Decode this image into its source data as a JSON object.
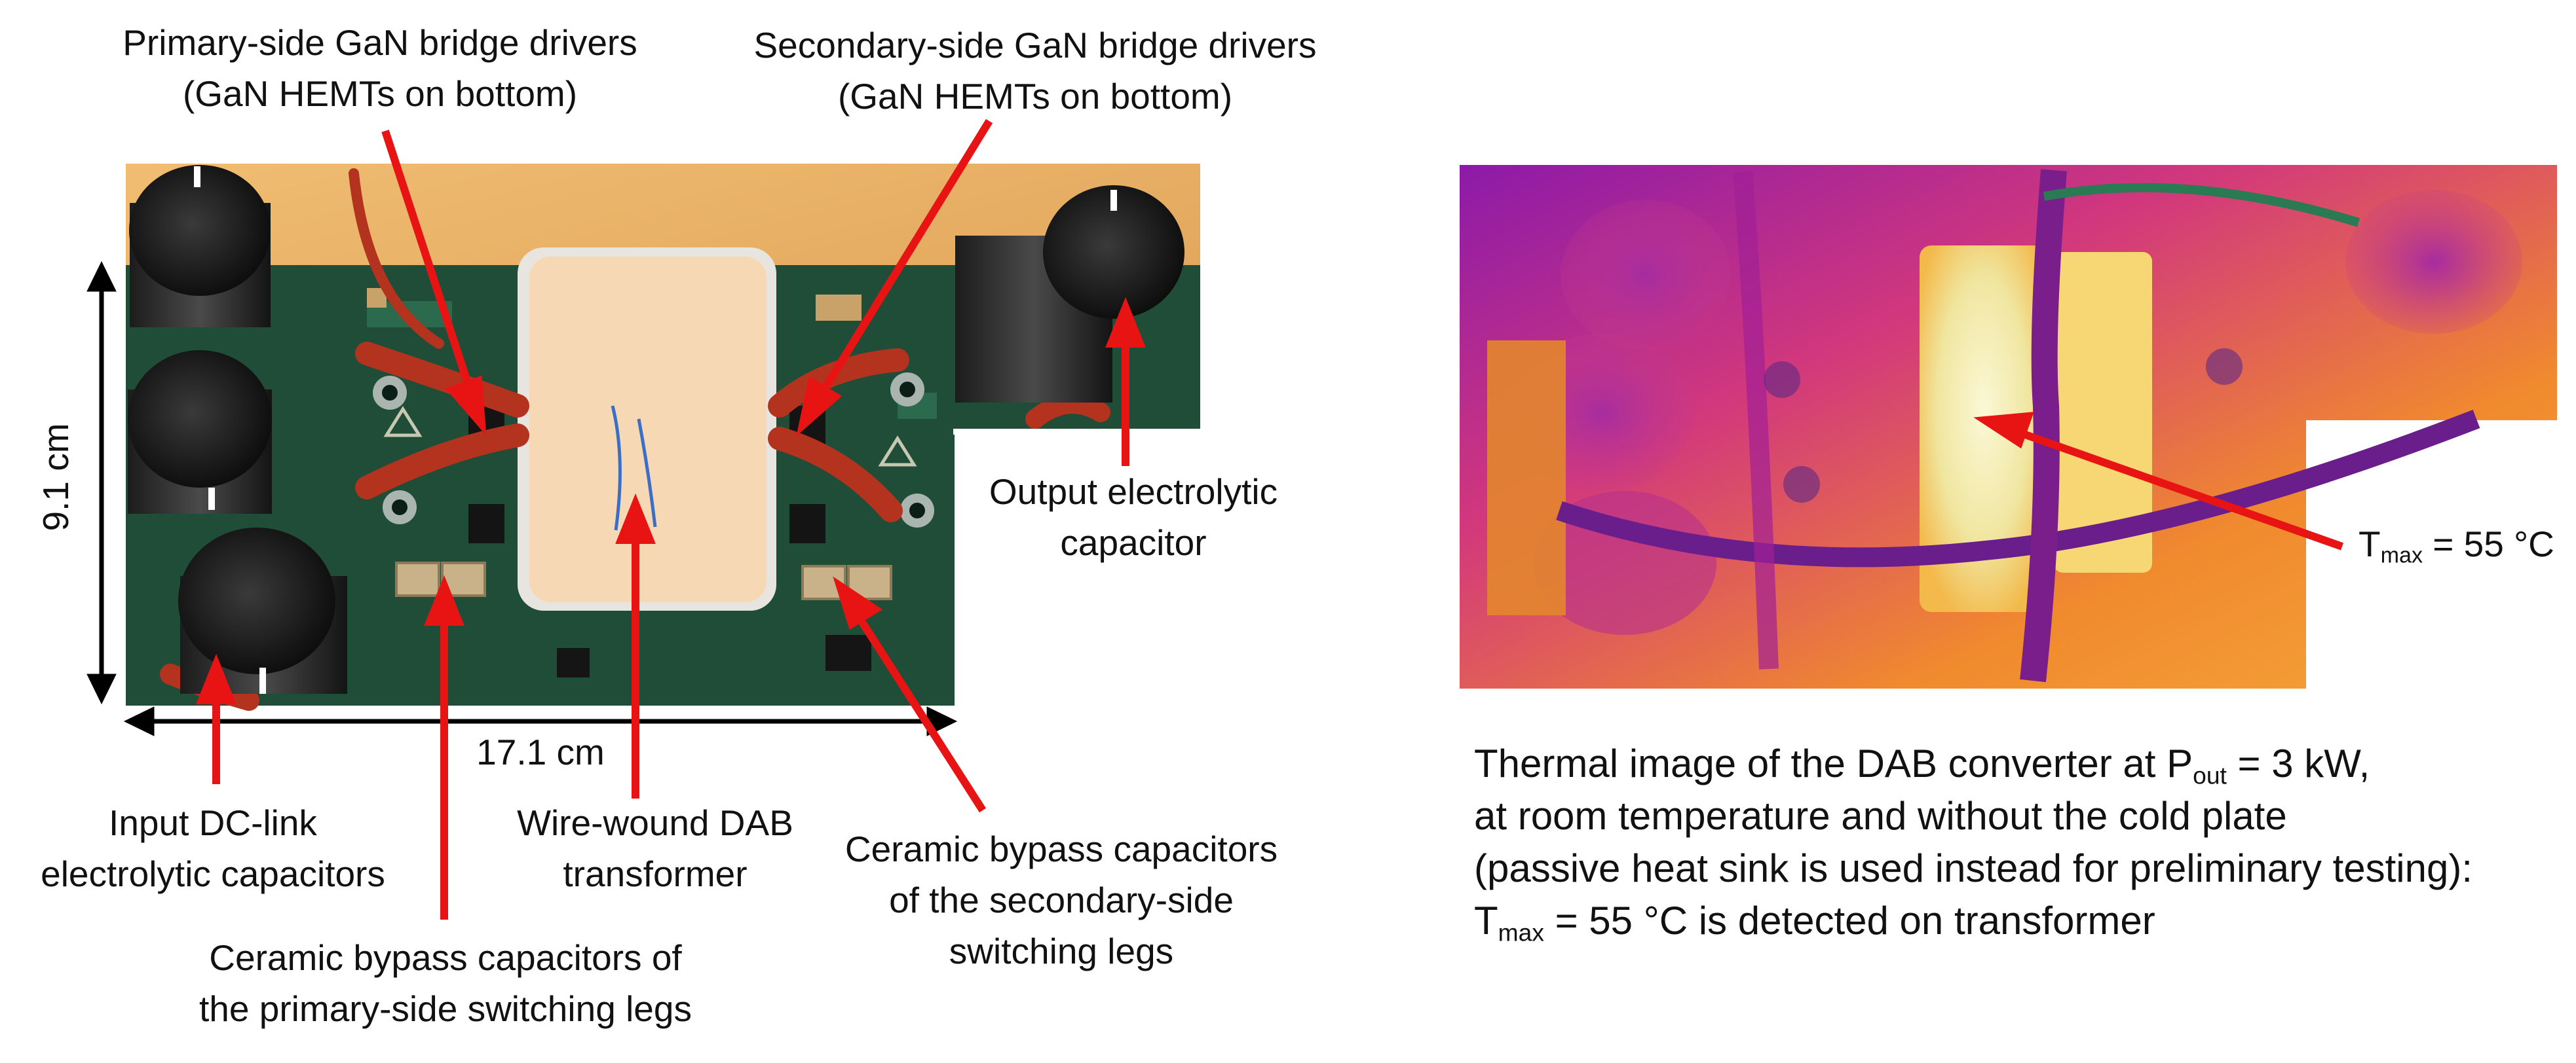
{
  "labels": {
    "primary_driver": [
      "Primary-side GaN bridge drivers",
      "(GaN HEMTs on bottom)"
    ],
    "secondary_driver": [
      "Secondary-side GaN bridge drivers",
      "(GaN HEMTs on bottom)"
    ],
    "output_cap": [
      "Output electrolytic",
      "capacitor"
    ],
    "input_cap": [
      "Input DC-link",
      "electrolytic capacitors"
    ],
    "transformer": [
      "Wire-wound DAB",
      "transformer"
    ],
    "primary_bypass": [
      "Ceramic bypass capacitors of",
      "the primary-side switching legs"
    ],
    "secondary_bypass": [
      "Ceramic bypass capacitors",
      "of the secondary-side",
      "switching legs"
    ]
  },
  "dimensions": {
    "height": "9.1 cm",
    "width": "17.1 cm"
  },
  "tmax_label": {
    "T": "T",
    "sub": "max",
    "rest": " = 55 °C"
  },
  "caption": {
    "line1_pre": "Thermal image of the DAB converter at P",
    "line1_sub": "out",
    "line1_post": " = 3 kW,",
    "line2": "at room temperature and without the cold plate",
    "line3": "(passive heat sink is used instead for preliminary testing):",
    "line4_pre": "T",
    "line4_sub": "max",
    "line4_post": " = 55 °C is detected on transformer"
  },
  "colors": {
    "arrow": "#e81414",
    "pcb": "#1e4a36",
    "wood": "#e9b36a",
    "thermal_bg": "#c2209a",
    "thermal_hot": "#f3f0c2"
  }
}
